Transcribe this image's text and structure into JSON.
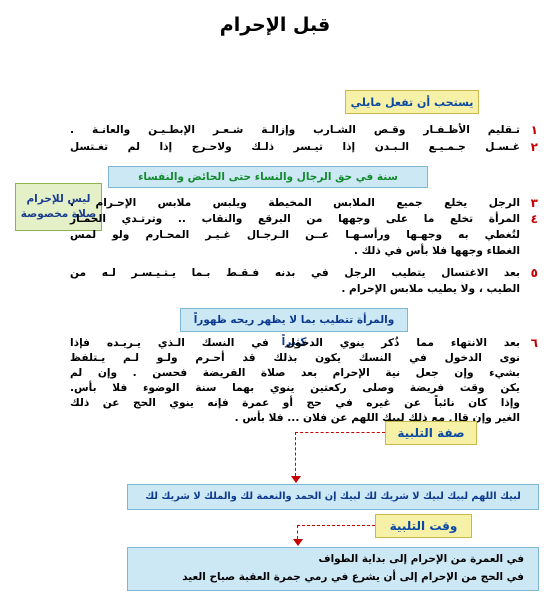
{
  "title": "قبل الإحرام",
  "encouraged_heading": "يستحب أن تفعل مايلي",
  "items": [
    {
      "number": "١",
      "lines": [
        "تـقليم الأظـفـار وقـص الشـارب وإزالـة شـعـر الإبطـيـن والعانـة ."
      ]
    },
    {
      "number": "٢",
      "lines": [
        "غـسـل جـمـيـع الـبـدن إذا تيـسر ذلـك ولاحـرج إذا لم تغـتسل"
      ]
    },
    {
      "number": "٣",
      "lines": [
        "الرجل يخلع جميع الملابس المخيطة ويلبس ملابس الإحـرام ."
      ]
    },
    {
      "number": "٤",
      "lines": [
        "المرأة تخلع ما على وجهها من البرقع والنقاب .. وترتـدي الخمـار",
        "لتُغطي به وجهـها ورأسـهـا عــن الـرجـال غـيـر المحـارم ولو لمس",
        "الغطاء وجهها فلا بأس في ذلك ."
      ]
    },
    {
      "number": "٥",
      "lines": [
        "بعد الاغتسال يتطيب الرجل في بدنه فـقـط بـما يـتـيـسـر لـه من",
        "الطيب ، ولا يطيب ملابس الإحرام ."
      ]
    },
    {
      "number": "٦",
      "lines": [
        "بعد الانتهاء مما ذُكر ينوي الدخول في النسك الـذي يـريـده فإذا",
        "نوى الدخول في النسك يكون بذلك قد أحـرم ولـو لـم يـتلفظ",
        "بشيء وإن جعل نية الإحرام بعد صلاة الفريضة فحسن . وإن لم",
        "يكن وقت فريضة وصلى ركعتين ينوي بهما سنة الوضوء فلا بأس.",
        "وإذا كان نائباً عن غيره في حج أو عمرة فإنه ينوي الحج عن ذلك",
        "الغير وإن قال مع ذلك لبيك اللهم عن فلان ... فلا بأس ."
      ]
    }
  ],
  "note_sunna": "سنة في حق الرجال والنساء حتى الحائض والنفساء",
  "side_note": [
    "ليس للإحرام",
    "صلاة مخصوصة"
  ],
  "note_women_perfume": "والمرأة تتطيب بما لا يظهر ريحه ظهوراً كثيراً",
  "talbiya_heading": "صفة التلبية",
  "talbiya_text": "لبيك اللهم لبيك لبيك لا شريك لك لبيك إن الحمد والنعمة لك والملك لا شريك لك",
  "time_heading": "وقت التلبية",
  "time_lines": [
    "في العمرة من الإحرام إلى بداية الطواف",
    "في الحج من الإحرام إلى أن يشرع في رمي جمرة العقبة صباح العيد"
  ],
  "colors": {
    "number_red": "#c40000",
    "box_blue": "#cde8f5",
    "box_yellow": "#f7f1a8",
    "box_green": "#e4f0c8",
    "heading_blue": "#0b4aa3"
  }
}
